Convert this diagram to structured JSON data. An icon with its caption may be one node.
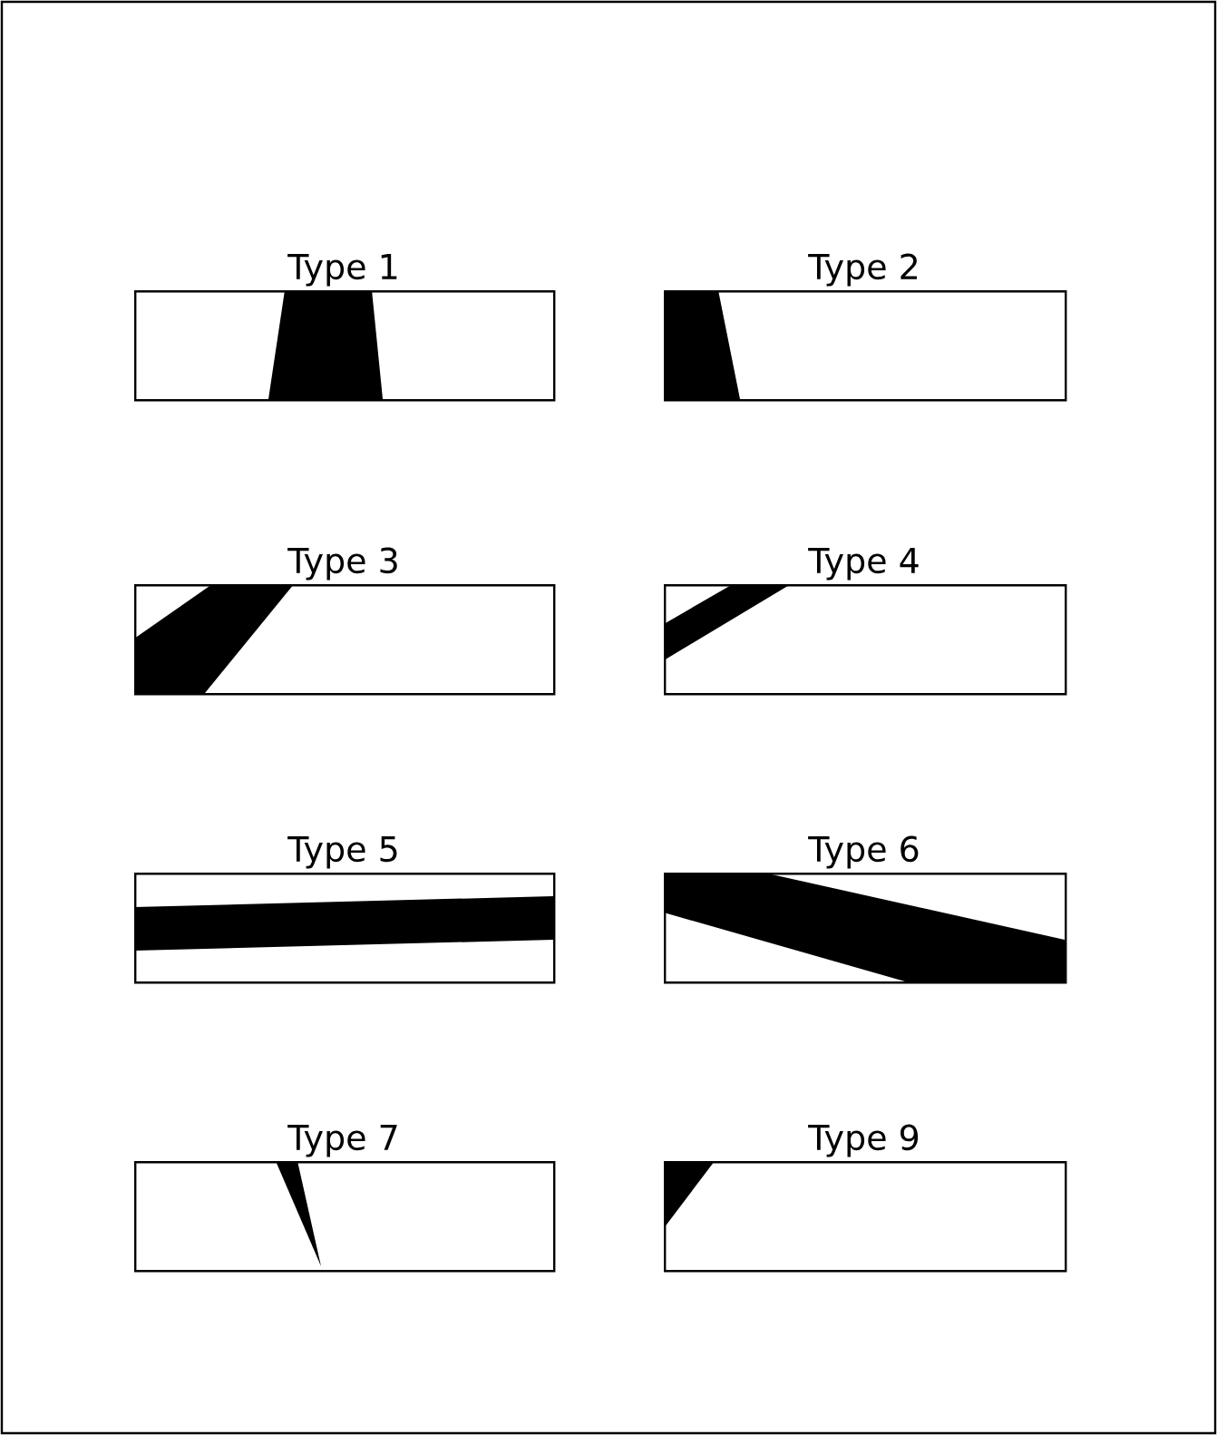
{
  "diagram": {
    "nodes": [
      {
        "text": [
          "Type 1"
        ]
      },
      {
        "text": [
          "Type 2"
        ]
      },
      {
        "text": [
          "Type 3"
        ]
      },
      {
        "text": [
          "Type 4"
        ]
      },
      {
        "text": [
          "Type 5"
        ]
      },
      {
        "text": [
          "Type 6"
        ]
      },
      {
        "text": [
          "Type 7"
        ]
      },
      {
        "text": [
          "Type 9"
        ]
      }
    ]
  }
}
